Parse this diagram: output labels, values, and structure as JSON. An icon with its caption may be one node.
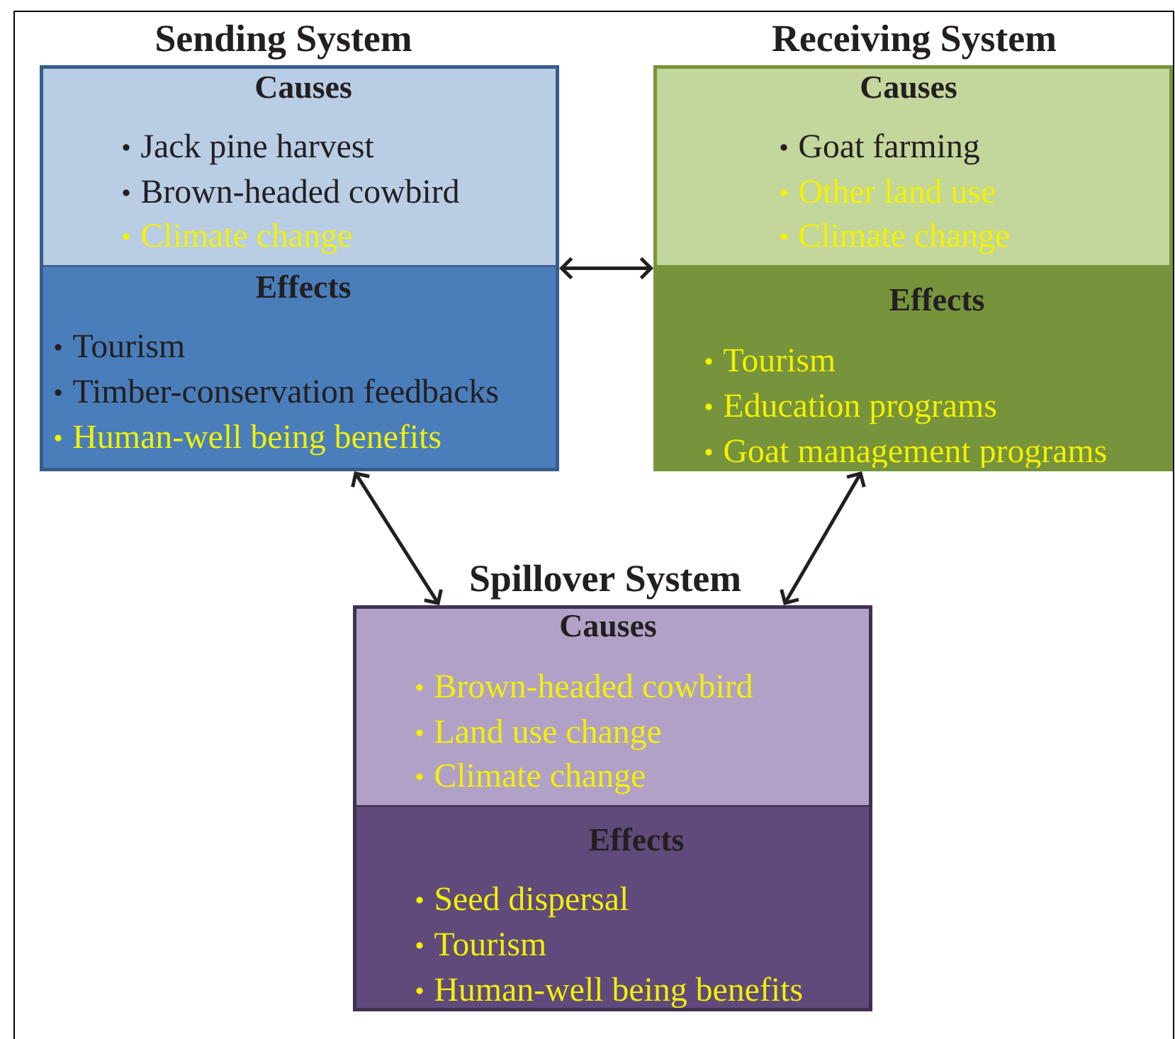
{
  "diagram": {
    "nodes": [
      {
        "text": [
          "Sending System"
        ]
      },
      {
        "text": [
          "Causes",
          "Jack pine harvest",
          "Brown-headed cowbird",
          "Climate change"
        ],
        "in": 0
      },
      {
        "text": [
          "Effects",
          "Tourism",
          "Timber-conservation feedbacks",
          "Human-well being benefits"
        ],
        "in": 0
      },
      {
        "text": [
          "Receiving System"
        ]
      },
      {
        "text": [
          "Causes",
          "Goat farming",
          "Other land use",
          "Climate change"
        ],
        "in": 3
      },
      {
        "text": [
          "Effects",
          "Tourism",
          "Education programs",
          "Goat management programs"
        ],
        "in": 3
      },
      {
        "text": [
          "Spillover System"
        ]
      },
      {
        "text": [
          "Causes",
          "Brown-headed cowbird",
          "Land use change",
          "Climate change"
        ],
        "in": 6
      },
      {
        "text": [
          "Effects",
          "Seed dispersal",
          "Tourism",
          "Human-well being benefits"
        ],
        "in": 6
      }
    ],
    "edges": [
      {
        "from": 0,
        "to": 3,
        "arrow": "both"
      },
      {
        "from": 0,
        "to": 6,
        "arrow": "both"
      },
      {
        "from": 3,
        "to": 6,
        "arrow": "both"
      }
    ]
  }
}
